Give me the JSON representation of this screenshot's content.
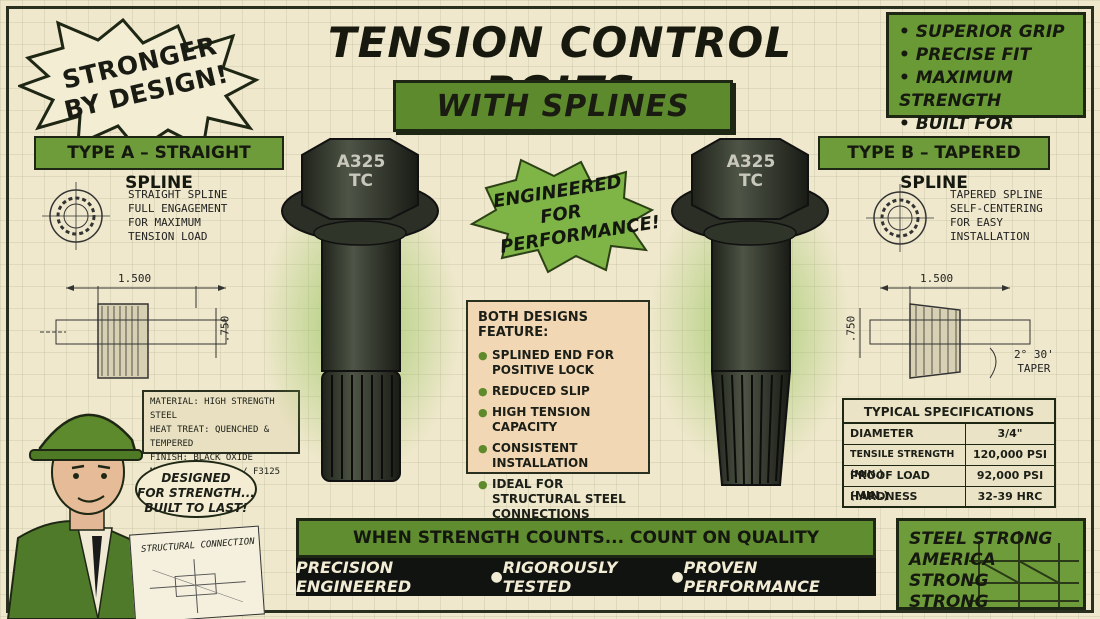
{
  "header": {
    "burst_line1": "STRONGER",
    "burst_line2": "BY DESIGN!",
    "title": "TENSION CONTROL BOLTS",
    "subtitle": "WITH SPLINES"
  },
  "features": [
    "SUPERIOR GRIP",
    "PRECISE FIT",
    "MAXIMUM STRENGTH",
    "BUILT FOR SAFETY"
  ],
  "type_a": {
    "label": "TYPE A – STRAIGHT SPLINE",
    "note_lines": [
      "STRAIGHT SPLINE",
      "FULL ENGAGEMENT",
      "FOR MAXIMUM",
      "TENSION LOAD"
    ],
    "dim_length": "1.500",
    "dim_dia": ".750"
  },
  "type_b": {
    "label": "TYPE B – TAPERED SPLINE",
    "note_lines": [
      "TAPERED SPLINE",
      "SELF-CENTERING",
      "FOR EASY",
      "INSTALLATION"
    ],
    "dim_length": "1.500",
    "dim_dia": ".750",
    "taper_line1": "2° 30'",
    "taper_line2": "TAPER"
  },
  "bolt_marking": {
    "line1": "A325",
    "line2": "TC"
  },
  "material": [
    "MATERIAL: HIGH STRENGTH STEEL",
    "HEAT TREAT: QUENCHED & TEMPERED",
    "FINISH: BLACK OXIDE",
    "MEETS: ASTM A325 / F3125"
  ],
  "bubble": [
    "DESIGNED",
    "FOR STRENGTH...",
    "BUILT TO LAST!"
  ],
  "engineered": [
    "ENGINEERED",
    "FOR",
    "PERFORMANCE!"
  ],
  "both": {
    "title": "BOTH DESIGNS FEATURE:",
    "items": [
      "SPLINED END FOR POSITIVE LOCK",
      "REDUCED SLIP",
      "HIGH TENSION CAPACITY",
      "CONSISTENT INSTALLATION",
      "IDEAL FOR STRUCTURAL STEEL CONNECTIONS"
    ]
  },
  "specs": {
    "title": "TYPICAL SPECIFICATIONS",
    "rows": [
      {
        "k": "DIAMETER",
        "v": "3/4\""
      },
      {
        "k": "TENSILE STRENGTH (MIN.)",
        "v": "120,000 PSI"
      },
      {
        "k": "PROOF LOAD (MIN.)",
        "v": "92,000 PSI"
      },
      {
        "k": "HARDNESS",
        "v": "32-39 HRC"
      }
    ]
  },
  "slogan": "WHEN STRENGTH COUNTS... COUNT ON QUALITY CONNECTIONS!",
  "tagline": [
    "PRECISION ENGINEERED",
    "RIGOROUSLY TESTED",
    "PROVEN PERFORMANCE"
  ],
  "steel": [
    "STEEL STRONG",
    "AMERICA STRONG",
    "STRONG"
  ],
  "paper_label": "STRUCTURAL CONNECTION",
  "colors": {
    "accent_green": "#5f8d2f",
    "background": "#efe8cc",
    "ink": "#1c1f17",
    "panel_peach": "#f2d7b4"
  }
}
